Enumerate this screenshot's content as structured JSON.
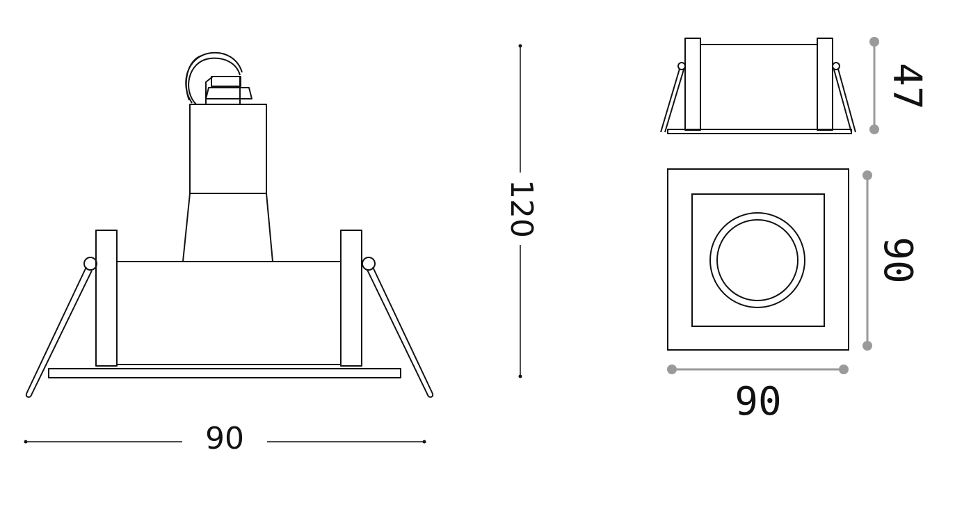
{
  "colors": {
    "outline": "#111111",
    "dimension_gray": "#9a9a9a",
    "background": "#ffffff"
  },
  "front_view": {
    "width_label": "90",
    "height_label": "120"
  },
  "top_views": {
    "side_height_label": "47",
    "plan_height_label": "90",
    "plan_width_label": "90"
  }
}
